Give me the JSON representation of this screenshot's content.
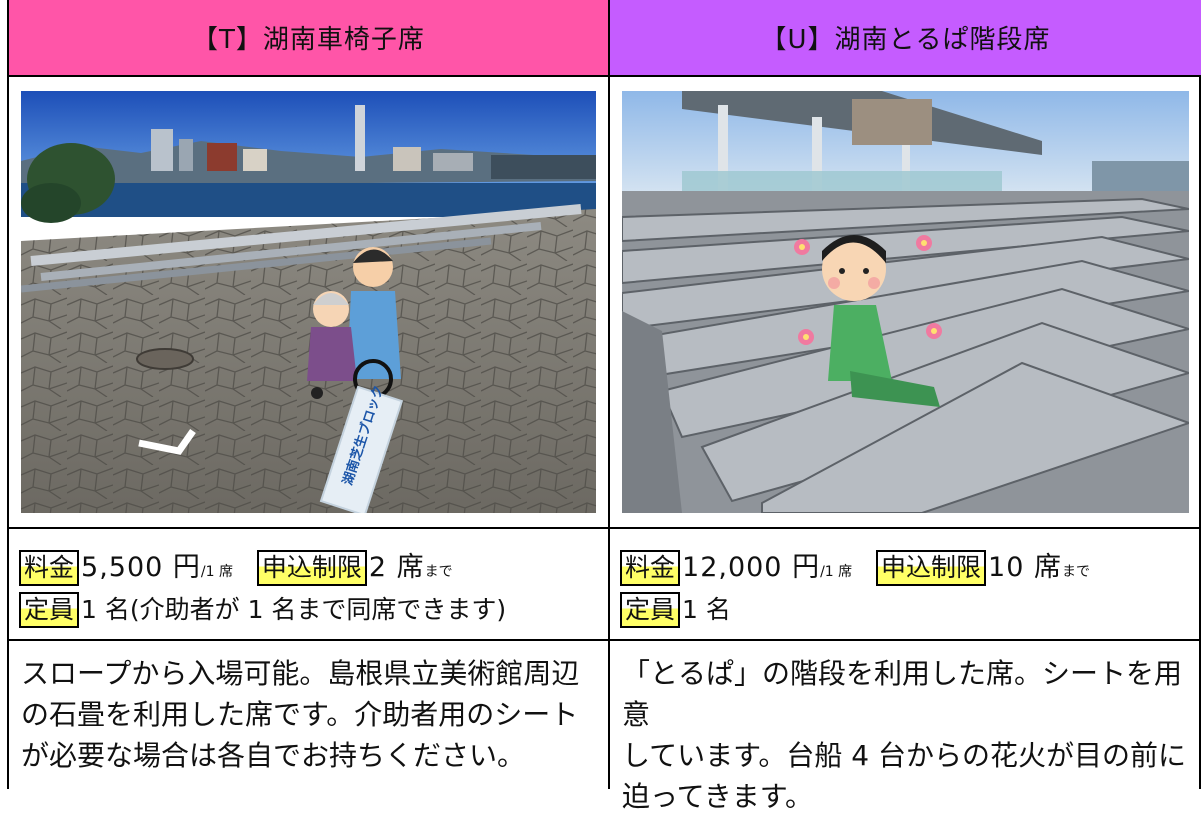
{
  "colors": {
    "header_left": "#ff55a8",
    "header_right": "#c55cff",
    "tag_highlight": "#ffff66"
  },
  "left": {
    "header": "【T】湖南車椅子席",
    "photo_sign_text": "湖南芝生ブロック",
    "price_label": "料金",
    "price_value": "5,500 円",
    "price_unit": "/1 席",
    "limit_label": "申込制限",
    "limit_value": "2 席",
    "limit_unit": "まで",
    "capacity_label": "定員",
    "capacity_value": "1 名(介助者が 1 名まで同席できます)",
    "description": "スロープから入場可能。島根県立美術館周辺\nの石畳を利用した席です。介助者用のシート\nが必要な場合は各自でお持ちください。"
  },
  "right": {
    "header": "【U】湖南とるぱ階段席",
    "price_label": "料金",
    "price_value": "12,000 円",
    "price_unit": "/1 席",
    "limit_label": "申込制限",
    "limit_value": "10 席",
    "limit_unit": "まで",
    "capacity_label": "定員",
    "capacity_value": "1 名",
    "description": "「とるぱ」の階段を利用した席。シートを用意\nしています。台船 4 台からの花火が目の前に\n迫ってきます。"
  }
}
